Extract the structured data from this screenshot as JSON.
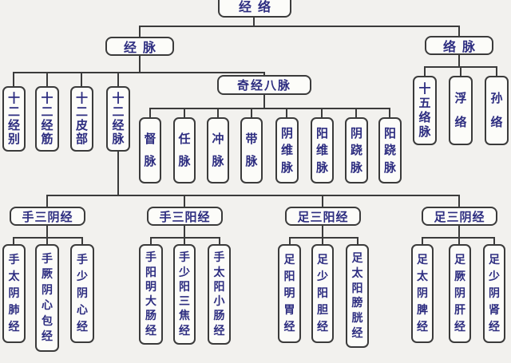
{
  "colors": {
    "background": "#f2f1ee",
    "box_fill": "#fcfcf9",
    "box_border": "#3b3b3b",
    "connector_line": "#3b3b3b",
    "text": "#2d2d80"
  },
  "tree": {
    "root": {
      "label": "经络",
      "children": [
        {
          "label": "经脉",
          "children": [
            {
              "label": "十二经别"
            },
            {
              "label": "十二经筋"
            },
            {
              "label": "十二皮部"
            },
            {
              "label": "十二经脉",
              "children": [
                {
                  "label": "手三阴经",
                  "children": [
                    {
                      "label": "手太阴肺经"
                    },
                    {
                      "label": "手厥阴心包经"
                    },
                    {
                      "label": "手少阴心经"
                    }
                  ]
                },
                {
                  "label": "手三阳经",
                  "children": [
                    {
                      "label": "手阳明大肠经"
                    },
                    {
                      "label": "手少阳三焦经"
                    },
                    {
                      "label": "手太阳小肠经"
                    }
                  ]
                },
                {
                  "label": "足三阳经",
                  "children": [
                    {
                      "label": "足阳明胃经"
                    },
                    {
                      "label": "足少阳胆经"
                    },
                    {
                      "label": "足太阳膀胱经"
                    }
                  ]
                },
                {
                  "label": "足三阴经",
                  "children": [
                    {
                      "label": "足太阴脾经"
                    },
                    {
                      "label": "足厥阴肝经"
                    },
                    {
                      "label": "足少阴肾经"
                    }
                  ]
                }
              ]
            },
            {
              "label": "奇经八脉",
              "children": [
                {
                  "label": "督脉"
                },
                {
                  "label": "任脉"
                },
                {
                  "label": "冲脉"
                },
                {
                  "label": "带脉"
                },
                {
                  "label": "阴维脉"
                },
                {
                  "label": "阳维脉"
                },
                {
                  "label": "阴跷脉"
                },
                {
                  "label": "阳跷脉"
                }
              ]
            }
          ]
        },
        {
          "label": "络脉",
          "children": [
            {
              "label": "十五络脉"
            },
            {
              "label": "浮络"
            },
            {
              "label": "孙络"
            }
          ]
        }
      ]
    }
  }
}
